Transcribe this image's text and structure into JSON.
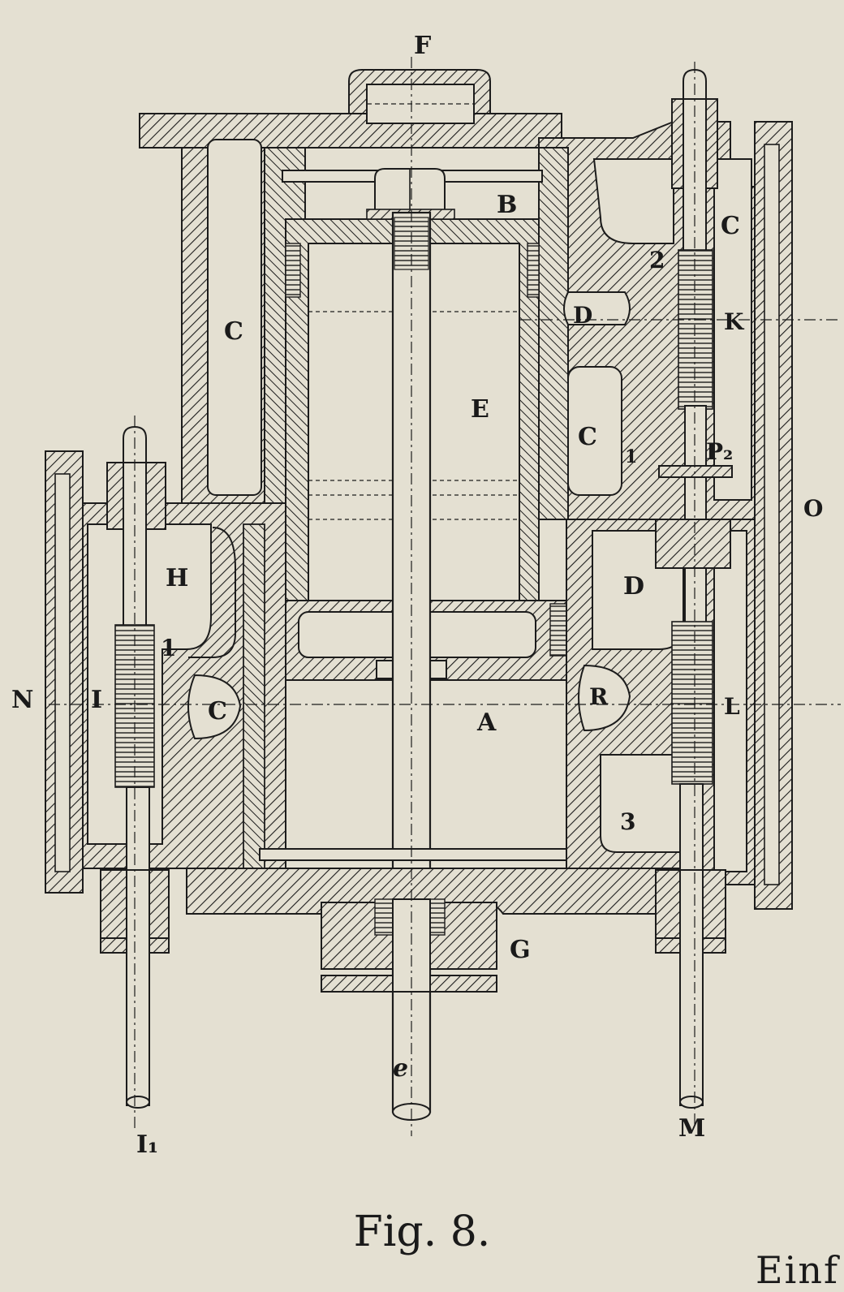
{
  "figure": {
    "caption": "Fig. 8.",
    "corner_text": "Einf"
  },
  "colors": {
    "paper": "#e4e0d2",
    "ink": "#1c1c1c",
    "cavity": "#e4e0d2"
  },
  "labels": {
    "F": "F",
    "B": "B",
    "C_top_left": "C",
    "C_top_right": "C",
    "C_mid_right": "C",
    "C_left_port": "C",
    "E": "E",
    "D_upper": "D",
    "D_lower": "D",
    "K": "K",
    "P2": "P₂",
    "O": "O",
    "H": "H",
    "N": "N",
    "I": "I",
    "one": "1",
    "one_small": "1",
    "two": "2",
    "three": "3",
    "A": "A",
    "R": "R",
    "L": "L",
    "G": "G",
    "e": "e",
    "I1": "I₁",
    "M": "M"
  }
}
